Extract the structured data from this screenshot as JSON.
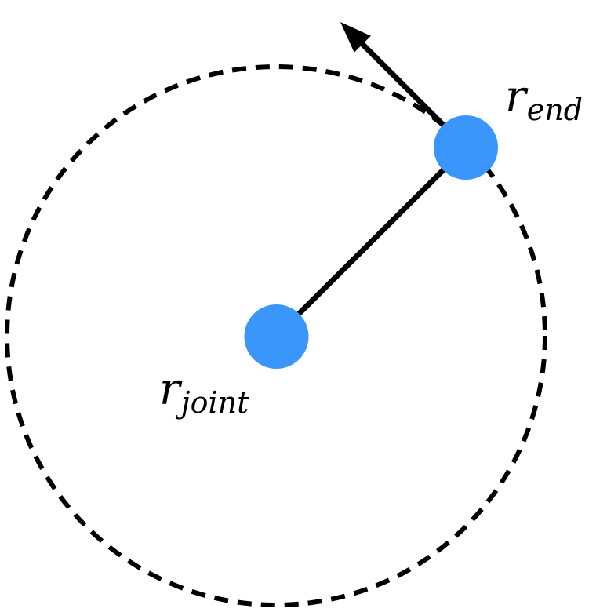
{
  "figure": {
    "colors": {
      "background": "#ffffff",
      "node_fill": "#3a96fa",
      "line_stroke": "#000000"
    },
    "nodes": {
      "joint": {
        "label_main": "r",
        "label_sub": "joint"
      },
      "end": {
        "label_main": "r",
        "label_sub": "end"
      }
    }
  }
}
